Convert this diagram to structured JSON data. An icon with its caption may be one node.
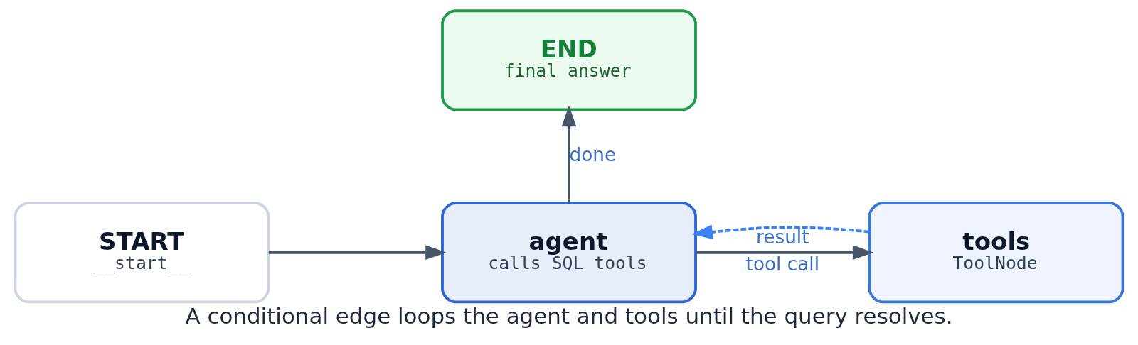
{
  "diagram": {
    "caption": "A conditional edge loops the agent and tools until the query resolves.",
    "nodes": [
      {
        "text": [
          "START",
          "__start__"
        ]
      },
      {
        "text": [
          "agent",
          "calls SQL tools"
        ]
      },
      {
        "text": [
          "tools",
          "ToolNode"
        ]
      },
      {
        "text": [
          "END",
          "final answer"
        ]
      }
    ],
    "edges": [
      {
        "from": 0,
        "to": 1,
        "arrow": "to"
      },
      {
        "from": 1,
        "to": 3,
        "arrow": "to",
        "label": "done"
      },
      {
        "from": 1,
        "to": 2,
        "arrow": "to",
        "label": "tool call"
      },
      {
        "from": 2,
        "to": 1,
        "arrow": "to",
        "label": "result",
        "style": "dashed",
        "color": "#3b82f6"
      }
    ]
  }
}
